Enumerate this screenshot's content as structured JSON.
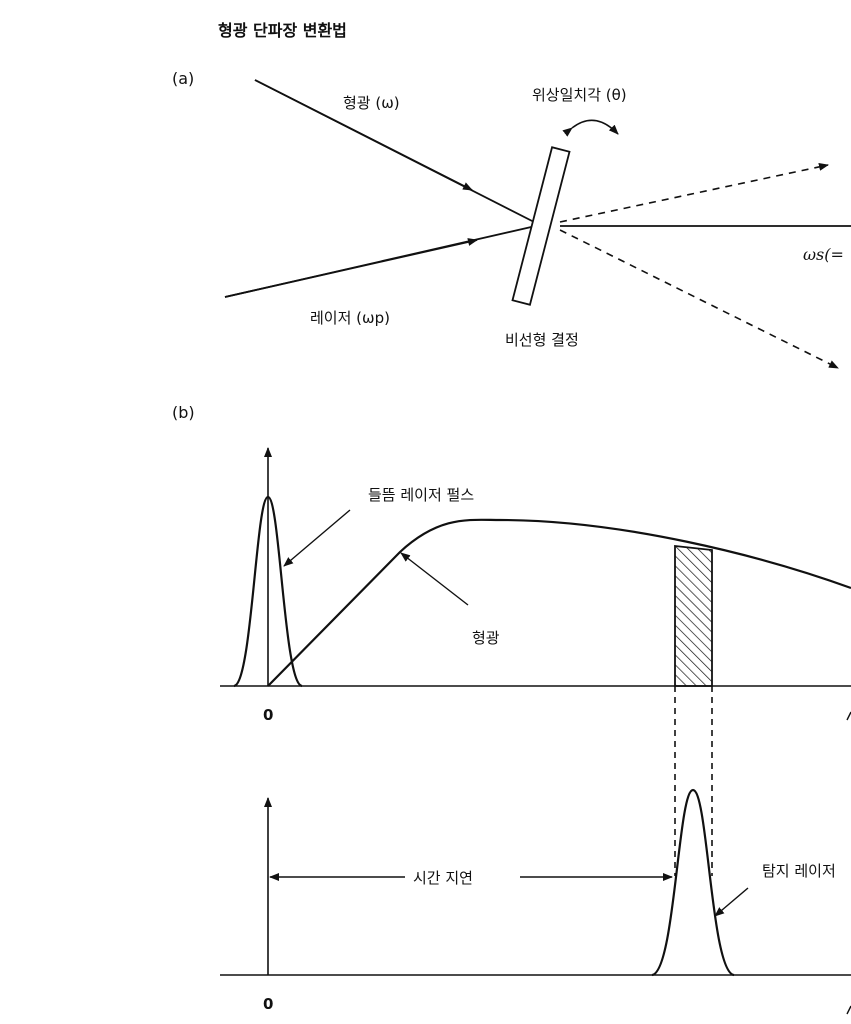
{
  "title": "형광 단파장 변환법",
  "panel_a": {
    "label": "(a)",
    "fluorescence_beam": "형광 (ω)",
    "phase_matching_angle": "위상일치각 (θ)",
    "laser_beam": "레이저 (ωp)",
    "crystal": "비선형 결정",
    "output_beam": "ωs(="
  },
  "panel_b": {
    "label": "(b)",
    "excitation_pulse": "들뜸 레이저 펄스",
    "fluorescence": "형광",
    "zero_top": "0",
    "time_delay": "시간 지연",
    "probe_pulse": "탐지 레이저",
    "zero_bottom": "0"
  },
  "colors": {
    "ink": "#111111",
    "background": "#ffffff"
  }
}
